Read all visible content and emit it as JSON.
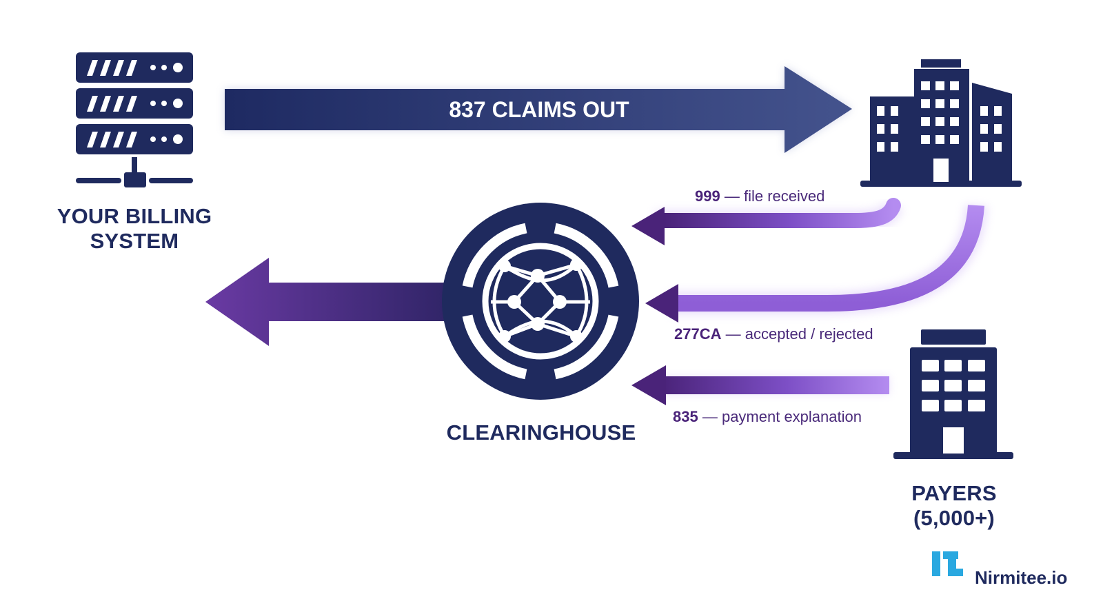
{
  "nodes": {
    "billing": {
      "label_line1": "YOUR BILLING",
      "label_line2": "SYSTEM",
      "icon": "server-icon"
    },
    "clearinghouse": {
      "label": "CLEARINGHOUSE",
      "icon": "network-globe-icon"
    },
    "payers": {
      "label_line1": "PAYERS",
      "label_line2": "(5,000+)",
      "icon": "building-icon"
    },
    "payer_hq": {
      "icon": "office-buildings-icon"
    }
  },
  "flows": {
    "claims_out": {
      "label": "837 CLAIMS OUT"
    },
    "ack_999": {
      "code": "999",
      "desc": "— file received"
    },
    "ack_277ca": {
      "code": "277CA",
      "desc": "— accepted / rejected"
    },
    "remit_835": {
      "code": "835",
      "desc": "— payment explanation"
    }
  },
  "brand": {
    "name": "Nirmitee.io",
    "icon": "nirmitee-logo-icon"
  },
  "colors": {
    "navy": "#1f2a5e",
    "purple_dark": "#4a2379",
    "purple_light": "#b48cf0",
    "brand_blue": "#2aa8e0"
  }
}
